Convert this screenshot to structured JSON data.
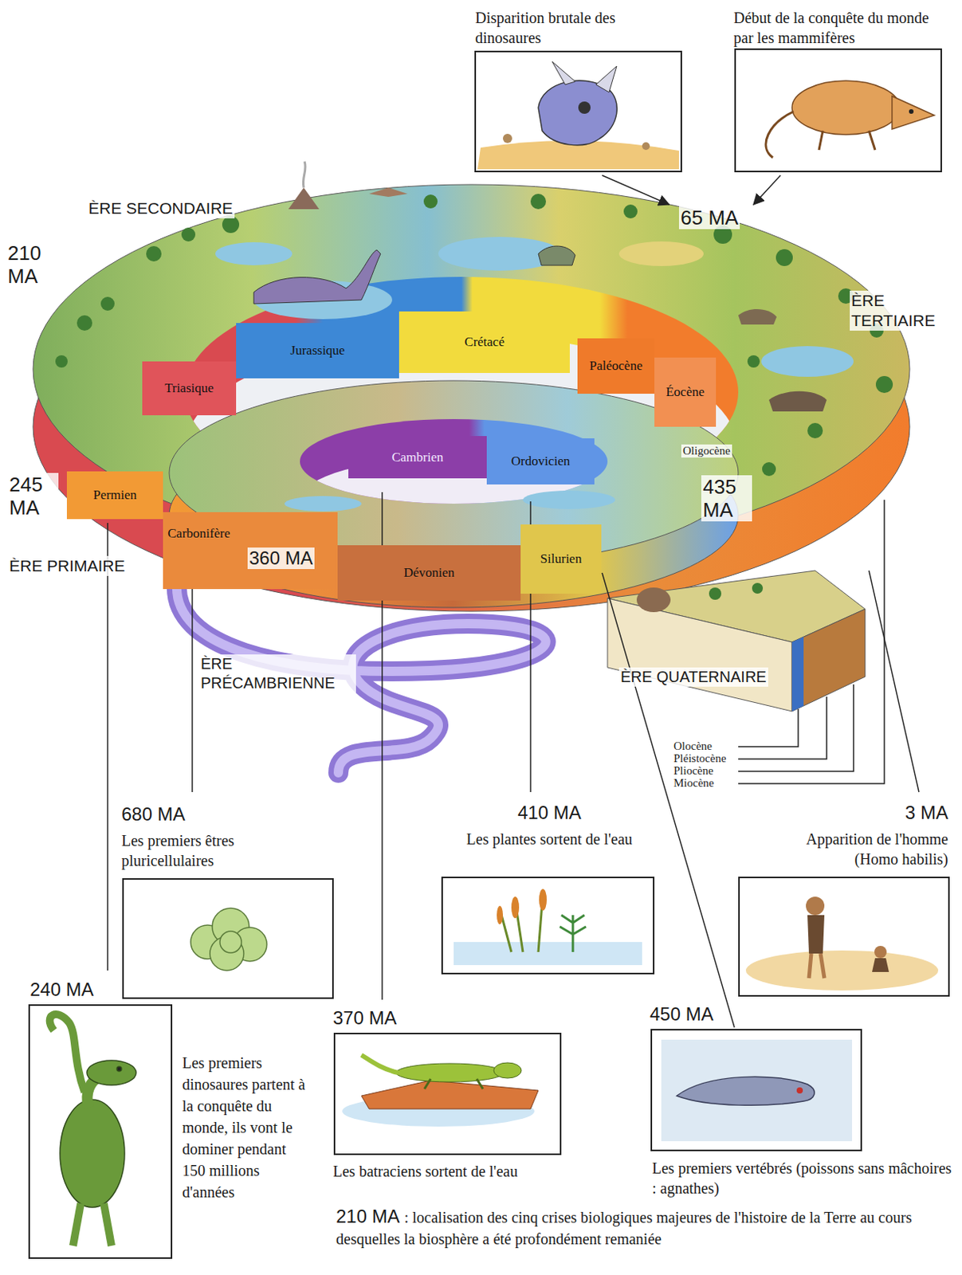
{
  "diagram": {
    "nodes": [
      {
        "text": [
          "Disparition brutale des dinosaures"
        ]
      },
      {
        "text": [
          "Début de la conquête du monde par les mammifères"
        ]
      },
      {
        "text": [
          "Jurassique"
        ]
      },
      {
        "text": [
          "Crétacé"
        ]
      },
      {
        "text": [
          "Triasique"
        ]
      },
      {
        "text": [
          "Paléocène"
        ]
      },
      {
        "text": [
          "Éocène"
        ]
      },
      {
        "text": [
          "Cambrien"
        ]
      },
      {
        "text": [
          "Ordovicien"
        ]
      },
      {
        "text": [
          "Permien"
        ]
      },
      {
        "text": [
          "Carbonifère"
        ]
      },
      {
        "text": [
          "Dévonien"
        ]
      },
      {
        "text": [
          "Silurien"
        ]
      },
      {
        "text": [
          "680 MA",
          "Les premiers êtres pluricellulaires"
        ]
      },
      {
        "text": [
          "410 MA",
          "Les plantes sortent de l'eau"
        ]
      },
      {
        "text": [
          "3 MA",
          "Apparition de l'homme (Homo habilis)"
        ]
      },
      {
        "text": [
          "240 MA",
          "Les premiers dinosaures partent à la conquête du monde, ils vont le dominer pendant 150 millions d'années"
        ]
      },
      {
        "text": [
          "370 MA",
          "Les batraciens sortent de l'eau"
        ]
      },
      {
        "text": [
          "450 MA",
          "Les premiers vertébrés (poissons sans mâchoires : agnathes)"
        ]
      }
    ],
    "labels": [
      "ÈRE SECONDAIRE",
      "210 MA",
      "65 MA",
      "ÈRE TERTIAIRE",
      "245 MA",
      "Oligocène",
      "435 MA",
      "ÈRE PRIMAIRE",
      "360 MA",
      "ÈRE QUATERNAIRE",
      "ÈRE PRÉCAMBRIENNE",
      "Olocène",
      "Pléistocène",
      "Pliocène",
      "Miocène",
      "210 MA",
      ": localisation des cinq crises biologiques majeures de l'histoire de la Terre au cours desquelles la biosphère a été profondément remaniée"
    ]
  }
}
